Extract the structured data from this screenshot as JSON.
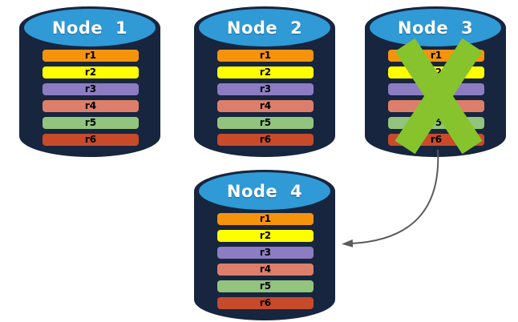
{
  "diagram": {
    "colors": {
      "background": "#FFFFFF",
      "cylinder_body": "#17253F",
      "cylinder_top": "#2F9AD6",
      "title_text": "#FFFFFF",
      "row_text": "#000000"
    },
    "nodes": [
      {
        "label": "Node 1",
        "rows": [
          {
            "label": "r1",
            "color": "#F6930D"
          },
          {
            "label": "r2",
            "color": "#FEFE00"
          },
          {
            "label": "r3",
            "color": "#8C7CC2"
          },
          {
            "label": "r4",
            "color": "#DD7E6A"
          },
          {
            "label": "r5",
            "color": "#92C47D"
          },
          {
            "label": "r6",
            "color": "#C74A2B"
          }
        ]
      },
      {
        "label": "Node 2",
        "rows": [
          {
            "label": "r1",
            "color": "#F6930D"
          },
          {
            "label": "r2",
            "color": "#FEFE00"
          },
          {
            "label": "r3",
            "color": "#8C7CC2"
          },
          {
            "label": "r4",
            "color": "#DD7E6A"
          },
          {
            "label": "r5",
            "color": "#92C47D"
          },
          {
            "label": "r6",
            "color": "#C74A2B"
          }
        ]
      },
      {
        "label": "Node 3",
        "rows": [
          {
            "label": "r1",
            "color": "#F6930D"
          },
          {
            "label": "r2",
            "color": "#FEFE00"
          },
          {
            "label": "r3",
            "color": "#8C7CC2"
          },
          {
            "label": "r4",
            "color": "#DD7E6A"
          },
          {
            "label": "r5",
            "color": "#92C47D"
          },
          {
            "label": "r6",
            "color": "#C74A2B"
          }
        ]
      },
      {
        "label": "Node 4",
        "rows": [
          {
            "label": "r1",
            "color": "#F6930D"
          },
          {
            "label": "r2",
            "color": "#FEFE00"
          },
          {
            "label": "r3",
            "color": "#8C7CC2"
          },
          {
            "label": "r4",
            "color": "#DD7E6A"
          },
          {
            "label": "r5",
            "color": "#92C47D"
          },
          {
            "label": "r6",
            "color": "#C74A2B"
          }
        ]
      }
    ],
    "annotations": {
      "failure_x": {
        "node": "Node 3",
        "color": "#86C32D"
      },
      "failover_arrow": {
        "from": "Node 3",
        "to": "Node 4",
        "color": "#5B5B5B"
      }
    }
  }
}
